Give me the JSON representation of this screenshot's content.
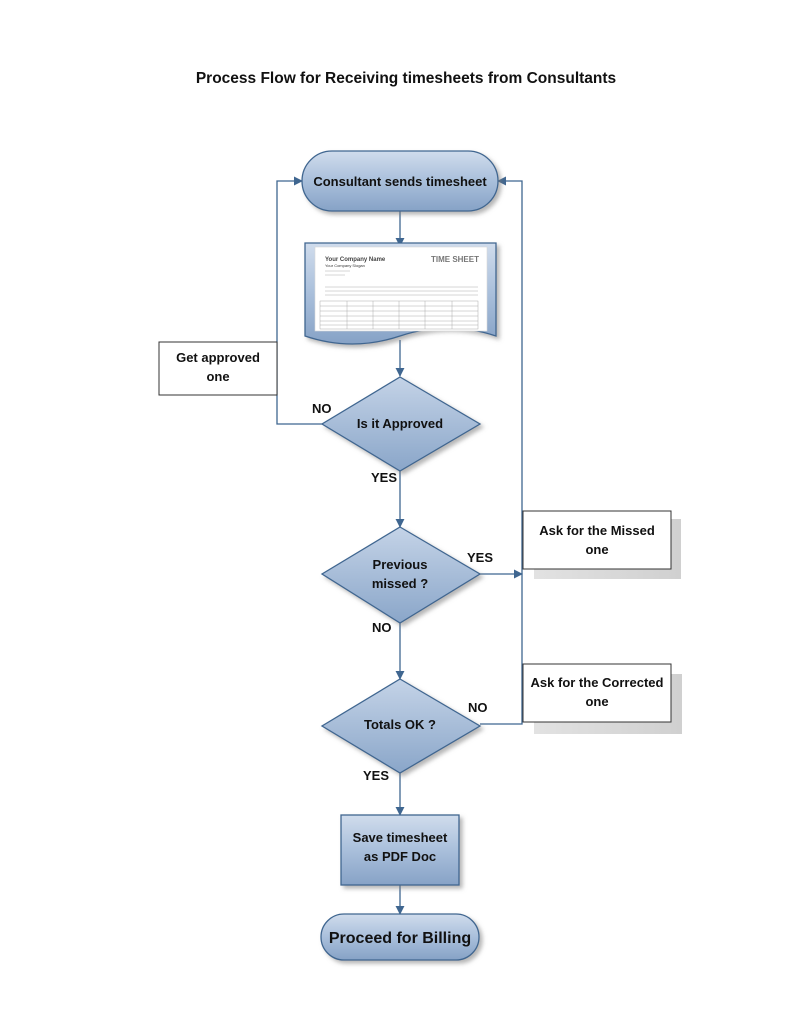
{
  "title": "Process Flow for Receiving timesheets from Consultants",
  "nodes": {
    "start": "Consultant sends timesheet",
    "approved_q": "Is it Approved",
    "previous_q_line1": "Previous",
    "previous_q_line2": "missed ?",
    "totals_q": "Totals OK ?",
    "save_line1": "Save timesheet",
    "save_line2": "as PDF Doc",
    "end": "Proceed for Billing",
    "get_approved_line1": "Get approved",
    "get_approved_line2": "one",
    "ask_missed_line1": "Ask for the Missed",
    "ask_missed_line2": "one",
    "ask_corrected_line1": "Ask for the Corrected",
    "ask_corrected_line2": "one"
  },
  "edge_labels": {
    "approved_no": "NO",
    "approved_yes": "YES",
    "previous_yes": "YES",
    "previous_no": "NO",
    "totals_no": "NO",
    "totals_yes": "YES"
  },
  "timesheet_doc": {
    "company": "Your Company Name",
    "heading": "TIME SHEET",
    "slogan": "Your Company Slogan"
  },
  "colors": {
    "shape_fill_top": "#c8d6e8",
    "shape_fill_bottom": "#8ea8c8",
    "shape_stroke": "#3f6690",
    "connector": "#3f6690"
  }
}
